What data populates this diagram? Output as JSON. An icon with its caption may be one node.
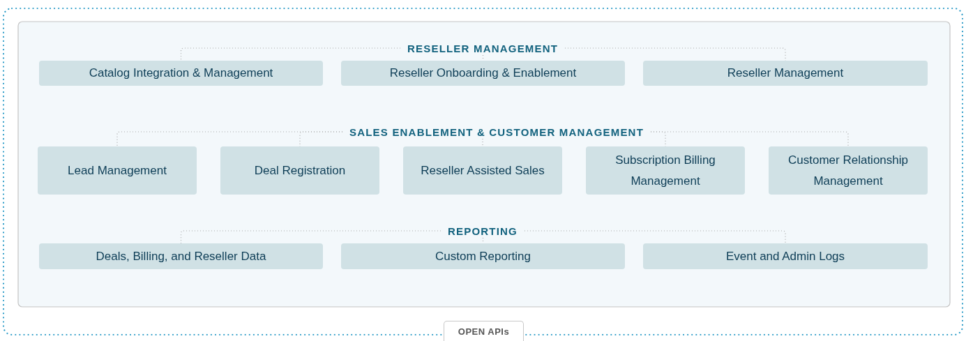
{
  "diagram": {
    "nodes": [
      {
        "text": [
          "RESELLER MANAGEMENT"
        ]
      },
      {
        "text": [
          "Catalog Integration & Management"
        ]
      },
      {
        "text": [
          "Reseller Onboarding & Enablement"
        ]
      },
      {
        "text": [
          "Reseller Management"
        ]
      },
      {
        "text": [
          "SALES ENABLEMENT & CUSTOMER MANAGEMENT"
        ]
      },
      {
        "text": [
          "Lead Management"
        ]
      },
      {
        "text": [
          "Deal Registration"
        ]
      },
      {
        "text": [
          "Reseller Assisted Sales"
        ]
      },
      {
        "text": [
          "Subscription Billing Management"
        ]
      },
      {
        "text": [
          "Customer Relationship Management"
        ]
      },
      {
        "text": [
          "REPORTING"
        ]
      },
      {
        "text": [
          "Deals, Billing, and Reseller Data"
        ]
      },
      {
        "text": [
          "Custom Reporting"
        ]
      },
      {
        "text": [
          "Event and Admin Logs"
        ]
      },
      {
        "text": [
          "OPEN APIs"
        ]
      }
    ],
    "edges": [
      {
        "from": 0,
        "to": 1,
        "arrow": "none",
        "style": "dashed"
      },
      {
        "from": 0,
        "to": 2,
        "arrow": "none",
        "style": "dashed"
      },
      {
        "from": 0,
        "to": 3,
        "arrow": "none",
        "style": "dashed"
      },
      {
        "from": 4,
        "to": 5,
        "arrow": "none",
        "style": "dashed"
      },
      {
        "from": 4,
        "to": 6,
        "arrow": "none",
        "style": "dashed"
      },
      {
        "from": 4,
        "to": 7,
        "arrow": "none",
        "style": "dashed"
      },
      {
        "from": 4,
        "to": 8,
        "arrow": "none",
        "style": "dashed"
      },
      {
        "from": 4,
        "to": 9,
        "arrow": "none",
        "style": "dashed"
      },
      {
        "from": 10,
        "to": 11,
        "arrow": "none",
        "style": "dashed"
      },
      {
        "from": 10,
        "to": 12,
        "arrow": "none",
        "style": "dashed"
      },
      {
        "from": 10,
        "to": 13,
        "arrow": "none",
        "style": "dashed"
      }
    ]
  }
}
